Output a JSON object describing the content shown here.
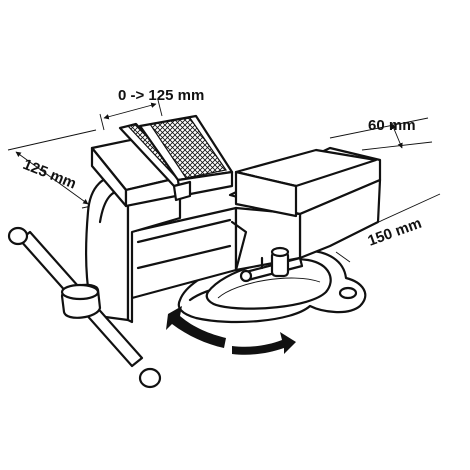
{
  "dimensions": {
    "jaw_opening": "0 -> 125 mm",
    "jaw_depth": "60 mm",
    "jaw_width": "125 mm",
    "swivel_base": "150 mm"
  },
  "colors": {
    "line": "#111111",
    "background": "#ffffff"
  },
  "icons": {
    "rotation": "swivel-rotation-arrows-icon"
  }
}
